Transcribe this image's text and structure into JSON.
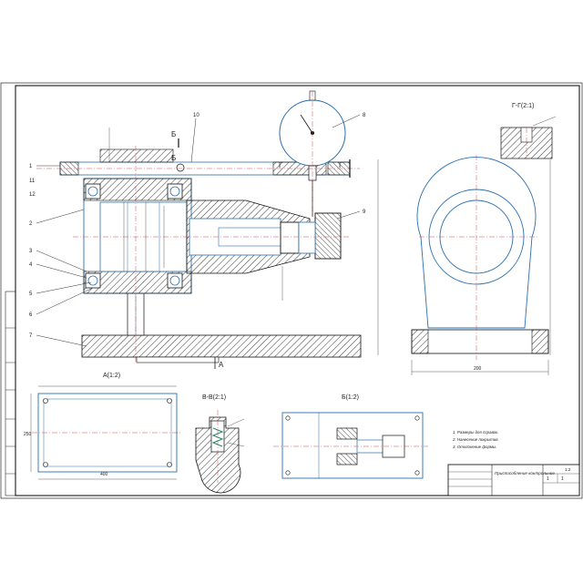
{
  "drawing": {
    "main_view": {
      "section_marks": [
        "Б",
        "Г",
        "Г",
        "Б"
      ],
      "arrow_mark": "А",
      "balloon_numbers": [
        "1",
        "2",
        "3",
        "4",
        "5",
        "6",
        "7",
        "8",
        "9",
        "10",
        "11",
        "12"
      ]
    },
    "views": {
      "view_a": "А(1:2)",
      "section_vv": "В-В(2:1)",
      "view_b": "Б(1:2)",
      "section_gg": "Г-Г(2:1)"
    },
    "dimensions": {
      "base_length": "400",
      "base_width": "250",
      "bracket_width": "200"
    },
    "notes": [
      "1. Размеры для справок.",
      "2. Нанесение покрытия.",
      "3. Отклонение формы."
    ],
    "title_block": {
      "designation": "Приспособление контрольное",
      "sheet": "1",
      "sheets": "1",
      "scale": "1:2"
    }
  },
  "colors": {
    "outline": "#2a6fb0",
    "hatch": "#222222",
    "axis": "#c94a4a",
    "frame": "#000000"
  }
}
